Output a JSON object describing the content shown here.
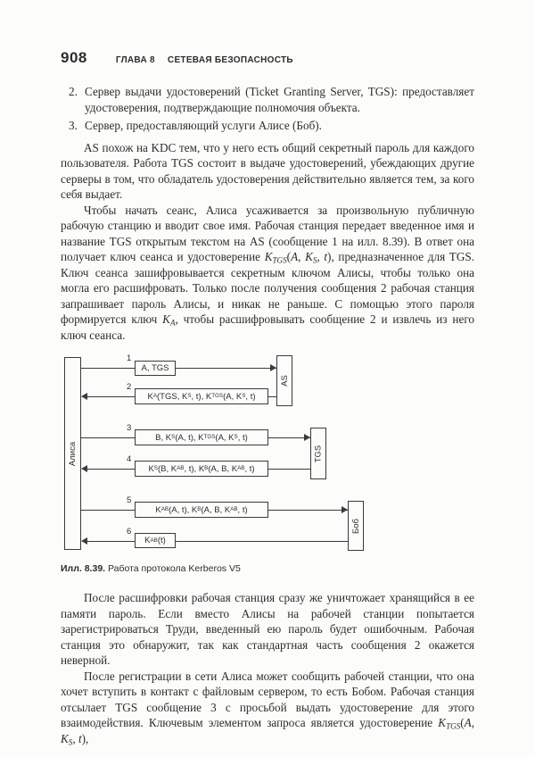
{
  "header": {
    "page_number": "908",
    "chapter": "ГЛАВА 8",
    "section": "СЕТЕВАЯ БЕЗОПАСНОСТЬ"
  },
  "list": {
    "items": [
      {
        "num": "2.",
        "text": "Сервер выдачи удостоверений (Ticket Granting Server, TGS): предоставляет удостоверения, подтверждающие полномочия объекта."
      },
      {
        "num": "3.",
        "text": "Сервер, предоставляющий услуги Алисе (Боб)."
      }
    ]
  },
  "paragraphs": {
    "p1": "AS похож на KDC тем, что у него есть общий секретный пароль для каждого пользователя. Работа TGS состоит в выдаче удостоверений, убеждающих другие серверы в том, что обладатель удостоверения действительно является тем, за кого себя выдает.",
    "p2": "Чтобы начать сеанс, Алиса усаживается за произвольную публичную рабочую станцию и вводит свое имя. Рабочая станция передает введенное имя и название TGS открытым текстом на AS (сообщение 1 на илл. 8.39). В ответ она получает ключ сеанса и удостоверение *K*_{*TGS*}(*A*, *K*_{*S*}, *t*), предназначенное для TGS. Ключ сеанса зашифровывается секретным ключом Алисы, чтобы только она могла его расшифровать. Только после получения сообщения 2 рабочая станция запрашивает пароль Алисы, и никак не раньше. С помощью этого пароля формируется ключ *K*_{*A*}, чтобы расшифровывать сообщение 2 и извлечь из него ключ сеанса.",
    "p3": "После расшифровки рабочая станция сразу же уничтожает хранящийся в ее памяти пароль. Если вместо Алисы на рабочей станции попытается зарегистрироваться Труди, введенный ею пароль будет ошибочным. Рабочая станция это обнаружит, так как стандартная часть сообщения 2 окажется неверной.",
    "p4": "После регистрации в сети Алиса может сообщить рабочей станции, что она хочет вступить в контакт с файловым сервером, то есть Бобом. Рабочая станция отсылает TGS сообщение 3 с просьбой выдать удостоверение для этого взаимодействия. Ключевым элементом запроса является удостоверение *K*_{*TGS*}(*A*, *K*_{*S*}, *t*),"
  },
  "figure": {
    "caption_label": "Илл. 8.39.",
    "caption_text": " Работа протокола Kerberos V5",
    "actors": {
      "alice": "Алиса",
      "as": "AS",
      "tgs": "TGS",
      "bob": "Боб"
    },
    "messages": [
      {
        "num": "1",
        "label": "A, TGS",
        "direction": "right",
        "to": "AS"
      },
      {
        "num": "2",
        "label": "K_{A}(TGS, K_{S}, t), K_{TGS}(A, K_{S}, t)",
        "direction": "left",
        "from": "AS"
      },
      {
        "num": "3",
        "label": "B, K_{S}(A, t), K_{TGS}(A, K_{S}, t)",
        "direction": "right",
        "to": "TGS"
      },
      {
        "num": "4",
        "label": "K_{S}(B, K_{AB}, t), K_{B}(A, B, K_{AB}, t)",
        "direction": "left",
        "from": "TGS"
      },
      {
        "num": "5",
        "label": "K_{AB}(A, t), K_{B}(A, B, K_{AB}, t)",
        "direction": "right",
        "to": "Боб"
      },
      {
        "num": "6",
        "label": "K_{AB} (t)",
        "direction": "left",
        "from": "Боб"
      }
    ]
  },
  "colors": {
    "text": "#2d2d2d",
    "line": "#3a3a3a",
    "bg": "#fcfcfb"
  }
}
